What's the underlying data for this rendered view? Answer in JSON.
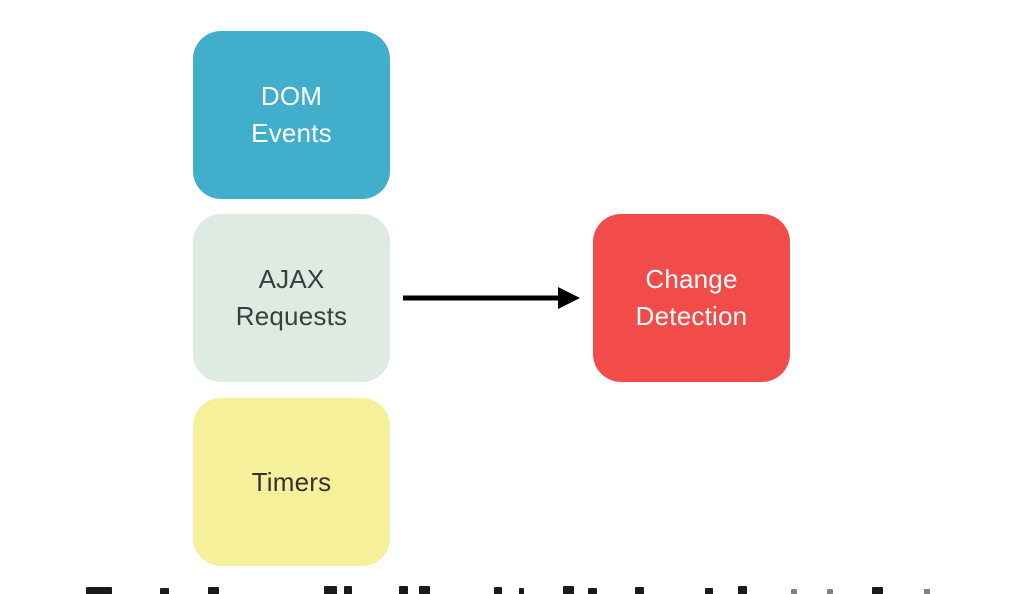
{
  "canvas": {
    "background_color": "#FFFFFF"
  },
  "diagram": {
    "source_boxes": [
      {
        "id": "dom-events",
        "lines": [
          "DOM",
          "Events"
        ],
        "bg_color": "#41AECB",
        "text_color": "#FFFFFF"
      },
      {
        "id": "ajax-requests",
        "lines": [
          "AJAX",
          "Requests"
        ],
        "bg_color": "#DDEBE2",
        "text_color": "#39403C"
      },
      {
        "id": "timers",
        "lines": [
          "Timers"
        ],
        "bg_color": "#F6F09A",
        "text_color": "#323232"
      }
    ],
    "target_box": {
      "id": "change-detection",
      "lines": [
        "Change",
        "Detection"
      ],
      "bg_color": "#F14C49",
      "text_color": "#FFFFFF"
    },
    "arrow": {
      "from": "AJAX Requests",
      "to": "Change Detection",
      "color": "#000000"
    }
  }
}
